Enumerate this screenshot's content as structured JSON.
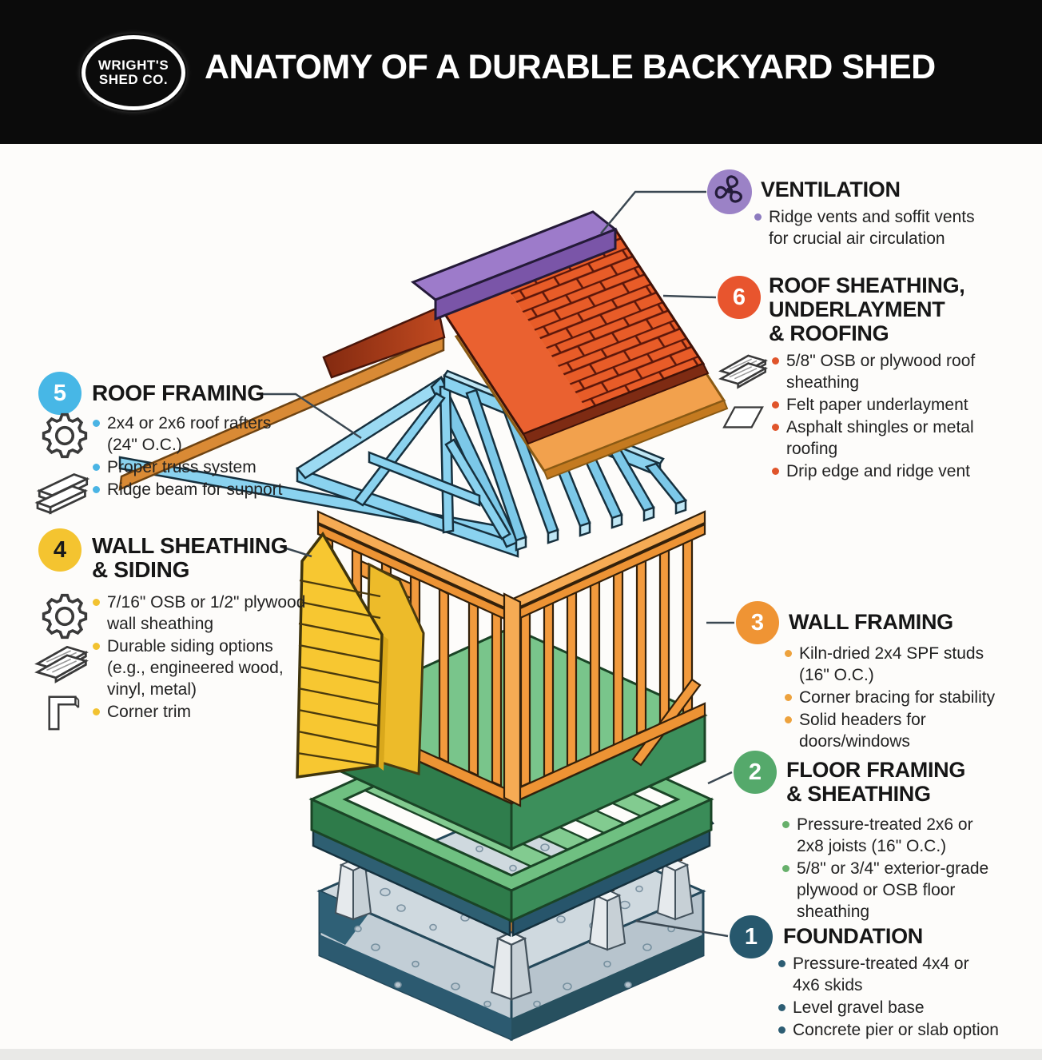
{
  "header": {
    "logo": {
      "line1": "WRIGHT'S",
      "line2": "SHED CO."
    },
    "title": "ANATOMY OF A DURABLE BACKYARD SHED"
  },
  "sections": {
    "ventilation": {
      "title": "VENTILATION",
      "icon": "fan-icon",
      "color": "#9b82c6",
      "bullet_color": "#8d7bbf",
      "bullets": [
        "Ridge vents and soffit vents\nfor crucial air circulation"
      ]
    },
    "roof_sheathing": {
      "number": "6",
      "number_color": "#ffffff",
      "title": "ROOF SHEATHING,\nUNDERLAYMENT\n& ROOFING",
      "icons": [
        "plywood-sheets-icon",
        "felt-paper-icon"
      ],
      "color": "#e8552e",
      "bullet_color": "#e0552b",
      "bullets": [
        "5/8\" OSB or plywood roof\nsheathing",
        "Felt paper underlayment",
        "Asphalt shingles or metal\nroofing",
        "Drip edge and ridge vent"
      ]
    },
    "roof_framing": {
      "number": "5",
      "number_color": "#ffffff",
      "title": "ROOF FRAMING",
      "icons": [
        "gear-icon",
        "lumber-stack-icon"
      ],
      "color": "#47b7e6",
      "bullet_color": "#4ab4e4",
      "bullets": [
        "2x4 or 2x6 roof rafters\n(24\" O.C.)",
        "Proper truss system",
        "Ridge beam for support"
      ]
    },
    "wall_sheathing": {
      "number": "4",
      "number_color": "#1a1a1a",
      "title": "WALL SHEATHING\n& SIDING",
      "icons": [
        "gear-icon",
        "plywood-sheets-icon",
        "corner-trim-icon"
      ],
      "color": "#f4c430",
      "bullet_color": "#f2c230",
      "bullets": [
        "7/16\" OSB or 1/2\" plywood\nwall sheathing",
        "Durable siding options\n(e.g., engineered wood,\nvinyl, metal)",
        "Corner trim"
      ]
    },
    "wall_framing": {
      "number": "3",
      "number_color": "#ffffff",
      "title": "WALL FRAMING",
      "color": "#ef9434",
      "bullet_color": "#eda23d",
      "bullets": [
        "Kiln-dried 2x4 SPF studs\n(16\" O.C.)",
        "Corner bracing for stability",
        "Solid headers for\ndoors/windows"
      ]
    },
    "floor_framing": {
      "number": "2",
      "number_color": "#ffffff",
      "title": "FLOOR FRAMING\n& SHEATHING",
      "color": "#55a96b",
      "bullet_color": "#67b06b",
      "bullets": [
        "Pressure-treated 2x6 or\n2x8 joists (16\" O.C.)",
        "5/8\" or 3/4\" exterior-grade\nplywood or OSB floor\nsheathing"
      ]
    },
    "foundation": {
      "number": "1",
      "number_color": "#ffffff",
      "title": "FOUNDATION",
      "color": "#27586d",
      "bullet_color": "#2d5d73",
      "bullets": [
        "Pressure-treated 4x4 or\n4x6 skids",
        "Level gravel base",
        "Concrete pier or slab option"
      ]
    }
  },
  "illustration": {
    "subject": "exploded isometric view of shed construction layers",
    "layer_colors": {
      "ridge_cap": "#9d7bca",
      "shingles": "#e85c28",
      "underlayment": "#f2a14d",
      "roof_framing": "#8ad2ef",
      "wall_framing": "#f29a3d",
      "siding": "#f7c731",
      "floor_framing": "#6fc081",
      "foundation_skids": "#2e5f72",
      "gravel": "#cfd9df",
      "concrete_pier": "#e8ecef"
    }
  }
}
